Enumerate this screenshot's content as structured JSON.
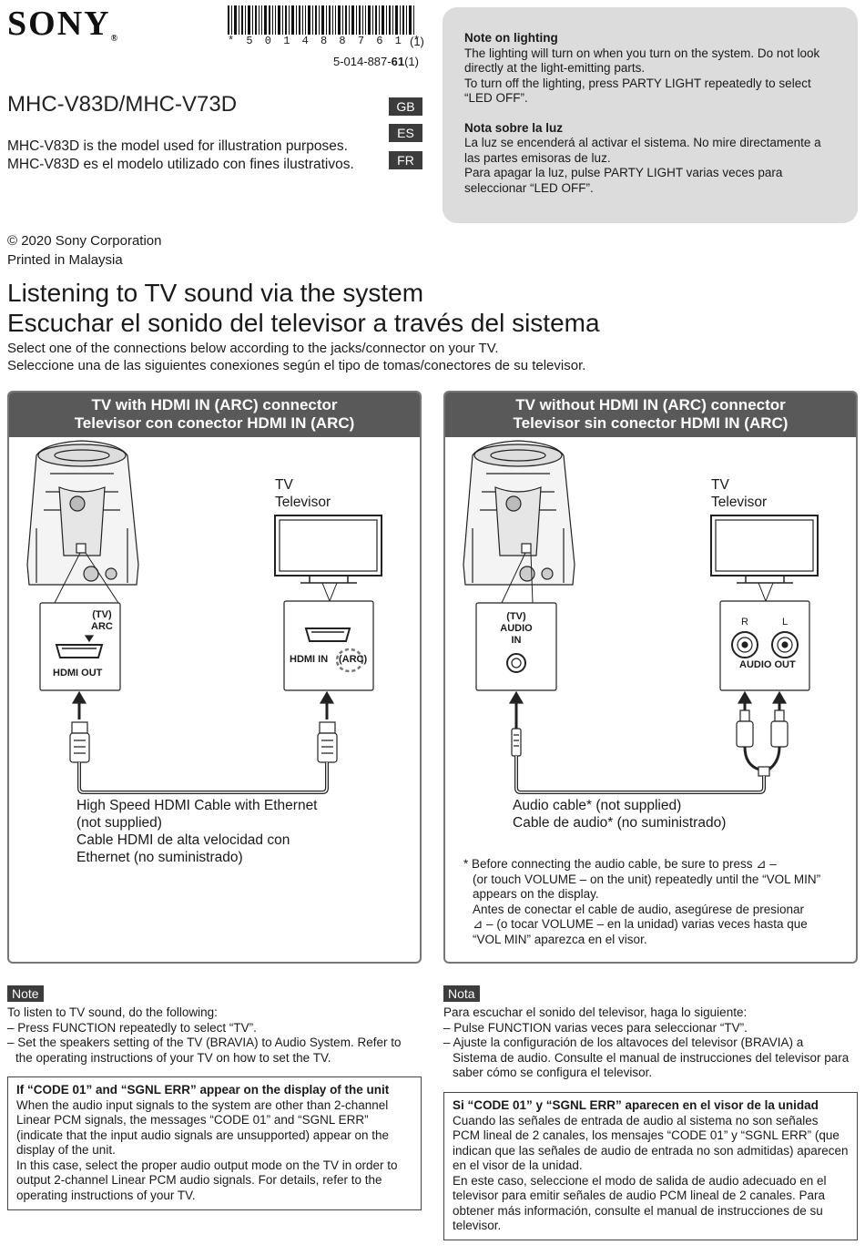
{
  "header": {
    "brand": "SONY",
    "barcode_digits": "* 5 0 1 4 8 8 7 6 1 *",
    "barcode_suffix": "(1)",
    "part_number_prefix": "5-014-887-",
    "part_number_bold": "61",
    "part_number_suffix": "(1)",
    "model": "MHC-V83D/MHC-V73D",
    "languages": [
      "GB",
      "ES",
      "FR"
    ],
    "usage_en": "MHC-V83D is the model used for illustration purposes.",
    "usage_es": "MHC-V83D es el modelo utilizado con fines ilustrativos."
  },
  "lighting_note": {
    "title_en": "Note on lighting",
    "line1_en": "The lighting will turn on when you turn on the system. Do not look directly at the light-emitting parts.",
    "line2_en": "To turn off the lighting, press PARTY LIGHT repeatedly to select “LED OFF”.",
    "title_es": "Nota sobre la luz",
    "line1_es": "La luz se encenderá al activar el sistema. No mire directamente a las partes emisoras de luz.",
    "line2_es": "Para apagar la luz, pulse PARTY LIGHT varias veces para seleccionar “LED OFF”."
  },
  "copyright": "© 2020 Sony Corporation",
  "printed": "Printed in Malaysia",
  "title_en": "Listening to TV sound via the system",
  "title_es": "Escuchar el sonido del televisor a través del sistema",
  "intro_en": "Select one of the connections below according to the jacks/connector on your TV.",
  "intro_es": "Seleccione una de las siguientes conexiones según el tipo de tomas/conectores de su televisor.",
  "panel_left": {
    "head1": "TV with HDMI IN (ARC) connector",
    "head2": "Televisor con conector HDMI IN (ARC)",
    "tv_en": "TV",
    "tv_es": "Televisor",
    "jack_tv": "(TV)",
    "jack_arc": "ARC",
    "jack_out": "HDMI  OUT",
    "tv_jack_hdmi": "HDMI IN",
    "tv_jack_arc": "(ARC)",
    "cable_1": "High Speed HDMI Cable with Ethernet",
    "cable_2": "(not supplied)",
    "cable_3": "Cable HDMI de alta velocidad con",
    "cable_4": "Ethernet (no suministrado)"
  },
  "panel_right": {
    "head1": "TV without HDMI IN (ARC) connector",
    "head2": "Televisor sin conector HDMI IN (ARC)",
    "tv_en": "TV",
    "tv_es": "Televisor",
    "jack_tv": "(TV)",
    "jack_audio": "AUDIO",
    "jack_in": "IN",
    "tv_jack_r": "R",
    "tv_jack_l": "L",
    "tv_jack_out": "AUDIO OUT",
    "cable_1": "Audio cable* (not supplied)",
    "cable_2": "Cable de audio* (no suministrado)",
    "fn_1": "* Before connecting the audio cable, be sure to press ⊿ –",
    "fn_2": "(or touch VOLUME – on the unit) repeatedly until the “VOL MIN”",
    "fn_3": "appears on the display.",
    "fn_4": "Antes de conectar el cable de audio, asegúrese de presionar",
    "fn_5": "⊿ – (o tocar VOLUME – en la unidad) varias veces hasta que",
    "fn_6": "“VOL MIN” aparezca en el visor."
  },
  "note_en": {
    "badge": "Note",
    "l1": "To listen to TV sound, do the following:",
    "l2": "– Press FUNCTION repeatedly to select “TV”.",
    "l3": "– Set the speakers setting of the TV (BRAVIA) to Audio System. Refer to",
    "l4": "the operating instructions of your TV on how to set the TV.",
    "box_title": "If “CODE 01” and “SGNL ERR” appear on the display of the unit",
    "box_p1": "When the audio input signals to the system are other than 2-channel Linear PCM signals, the messages “CODE 01” and “SGNL ERR” (indicate that the input audio signals are unsupported) appear on the display of the unit.",
    "box_p2": "In this case, select the proper audio output mode on the TV in order to output 2-channel Linear PCM audio signals. For details, refer to the operating instructions of your TV."
  },
  "note_es": {
    "badge": "Nota",
    "l1": "Para escuchar el sonido del televisor, haga lo siguiente:",
    "l2": "– Pulse FUNCTION varias veces para seleccionar “TV”.",
    "l3": "– Ajuste la configuración de los altavoces del televisor (BRAVIA) a",
    "l4": "Sistema de audio. Consulte el manual de instrucciones del televisor para saber cómo se configura el televisor.",
    "box_title": "Si “CODE 01” y “SGNL ERR” aparecen en el visor de la unidad",
    "box_p1": "Cuando las señales de entrada de audio al sistema no son señales PCM lineal de 2 canales, los mensajes “CODE 01” y “SGNL ERR” (que indican que las señales de audio de entrada no son admitidas) aparecen en el visor de la unidad.",
    "box_p2": "En este caso, seleccione el modo de salida de audio adecuado en el televisor para emitir señales de audio PCM lineal de 2 canales. Para obtener más información, consulte el manual de instrucciones de su televisor."
  }
}
